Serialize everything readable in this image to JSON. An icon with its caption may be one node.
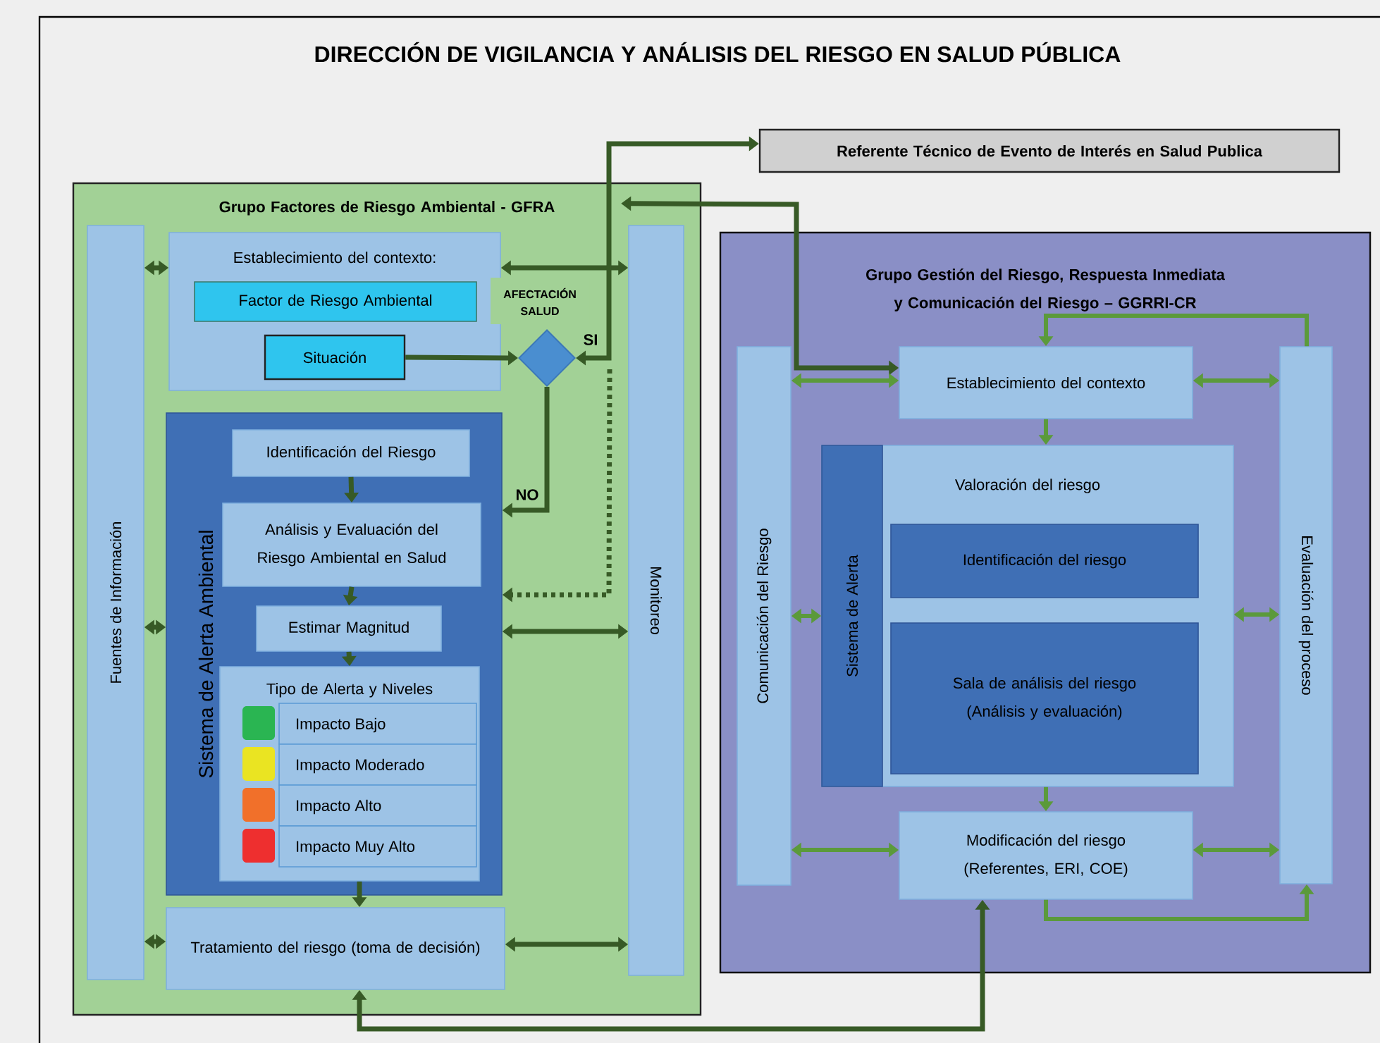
{
  "diagram": {
    "title": "DIRECCIÓN DE VIGILANCIA Y ANÁLISIS DEL RIESGO EN SALUD PÚBLICA",
    "nodes": [
      {
        "text": [
          "Grupo Factores de Riesgo Ambiental - GFRA"
        ]
      },
      {
        "text": [
          "Fuentes de Información"
        ],
        "in": 0
      },
      {
        "text": [
          "Establecimiento del contexto:"
        ],
        "in": 0
      },
      {
        "text": [
          "Factor de Riesgo Ambiental"
        ],
        "in": 2
      },
      {
        "text": [
          "Situación"
        ],
        "in": 2
      },
      {
        "text": [
          "AFECTACIÓN SALUD"
        ],
        "in": 0
      },
      {
        "text": [
          "Sistema de Alerta Ambiental"
        ],
        "in": 0
      },
      {
        "text": [
          "Identificación del Riesgo"
        ],
        "in": 6
      },
      {
        "text": [
          "Análisis y Evaluación del Riesgo Ambiental en Salud"
        ],
        "in": 6
      },
      {
        "text": [
          "Estimar Magnitud"
        ],
        "in": 6
      },
      {
        "text": [
          "Tipo de Alerta y Niveles"
        ],
        "in": 6
      },
      {
        "text": [
          "Impacto Bajo"
        ],
        "in": 10
      },
      {
        "text": [
          "Impacto Moderado"
        ],
        "in": 10
      },
      {
        "text": [
          "Impacto Alto"
        ],
        "in": 10
      },
      {
        "text": [
          "Impacto Muy Alto"
        ],
        "in": 10
      },
      {
        "text": [
          "Tratamiento del riesgo (toma de decisión)"
        ],
        "in": 0
      },
      {
        "text": [
          "Monitoreo"
        ],
        "in": 0
      },
      {
        "text": [
          "Referente Técnico de Evento de Interés en Salud Publica"
        ]
      },
      {
        "text": [
          "Grupo Gestión del Riesgo, Respuesta Inmediata y Comunicación del Riesgo – GGRRI-CR"
        ]
      },
      {
        "text": [
          "Comunicación del Riesgo"
        ],
        "in": 18
      },
      {
        "text": [
          "Establecimiento del contexto"
        ],
        "in": 18
      },
      {
        "text": [
          "Valoración del riesgo"
        ],
        "in": 18
      },
      {
        "text": [
          "Sistema de Alerta"
        ],
        "in": 21
      },
      {
        "text": [
          "Identificación del riesgo"
        ],
        "in": 21
      },
      {
        "text": [
          "Sala de análisis del riesgo (Análisis y evaluación)"
        ],
        "in": 21
      },
      {
        "text": [
          "Modificación del riesgo (Referentes, ERI, COE)"
        ],
        "in": 18
      },
      {
        "text": [
          "Evaluación del proceso"
        ],
        "in": 18
      }
    ],
    "edges": [
      {
        "from": 1,
        "to": 2,
        "arrow": "both"
      },
      {
        "from": 2,
        "to": 16,
        "arrow": "both"
      },
      {
        "from": 4,
        "to": 5,
        "arrow": "to"
      },
      {
        "from": 5,
        "to": 6,
        "arrow": "to",
        "label": "NO"
      },
      {
        "from": 5,
        "to": 17,
        "arrow": "both",
        "label": "SI"
      },
      {
        "from": 5,
        "to": 6,
        "arrow": "to",
        "style": "dashed"
      },
      {
        "from": 0,
        "to": 20,
        "arrow": "both"
      },
      {
        "from": 7,
        "to": 8,
        "arrow": "to"
      },
      {
        "from": 8,
        "to": 9,
        "arrow": "to"
      },
      {
        "from": 9,
        "to": 10,
        "arrow": "to"
      },
      {
        "from": 10,
        "to": 15,
        "arrow": "to"
      },
      {
        "from": 1,
        "to": 6,
        "arrow": "both"
      },
      {
        "from": 6,
        "to": 16,
        "arrow": "both"
      },
      {
        "from": 1,
        "to": 15,
        "arrow": "both"
      },
      {
        "from": 15,
        "to": 16,
        "arrow": "both"
      },
      {
        "from": 25,
        "to": 15,
        "arrow": "both"
      },
      {
        "from": 19,
        "to": 20,
        "arrow": "both",
        "color": "#5b9a3b"
      },
      {
        "from": 20,
        "to": 26,
        "arrow": "both",
        "color": "#5b9a3b"
      },
      {
        "from": 20,
        "to": 21,
        "arrow": "to",
        "color": "#5b9a3b"
      },
      {
        "from": 21,
        "to": 25,
        "arrow": "to",
        "color": "#5b9a3b"
      },
      {
        "from": 19,
        "to": 21,
        "arrow": "both",
        "color": "#5b9a3b"
      },
      {
        "from": 21,
        "to": 26,
        "arrow": "both",
        "color": "#5b9a3b"
      },
      {
        "from": 19,
        "to": 25,
        "arrow": "both",
        "color": "#5b9a3b"
      },
      {
        "from": 25,
        "to": 26,
        "arrow": "both",
        "color": "#5b9a3b"
      },
      {
        "from": 26,
        "to": 20,
        "arrow": "to",
        "color": "#5b9a3b"
      },
      {
        "from": 25,
        "to": 26,
        "arrow": "to",
        "color": "#5b9a3b"
      }
    ]
  }
}
